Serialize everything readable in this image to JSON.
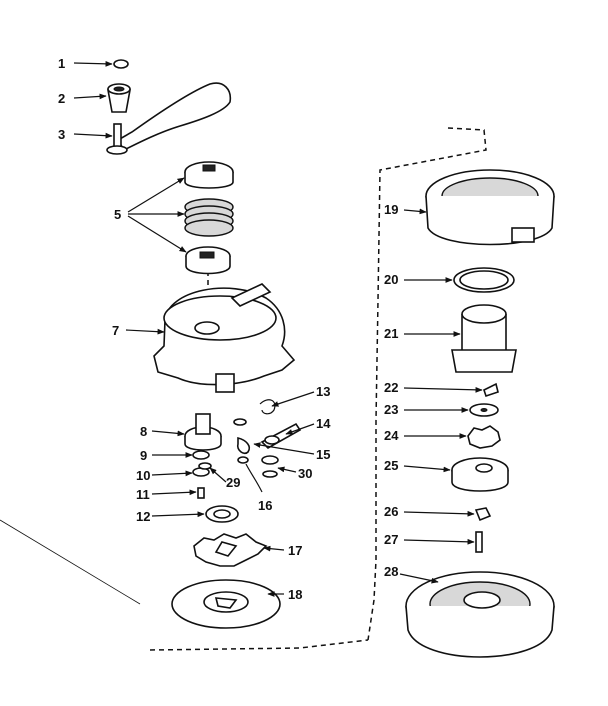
{
  "diagram": {
    "callouts": [
      "1",
      "2",
      "3",
      "5",
      "7",
      "8",
      "9",
      "10",
      "11",
      "12",
      "13",
      "14",
      "15",
      "16",
      "17",
      "18",
      "19",
      "20",
      "21",
      "22",
      "23",
      "24",
      "25",
      "26",
      "27",
      "28",
      "29",
      "30"
    ]
  }
}
